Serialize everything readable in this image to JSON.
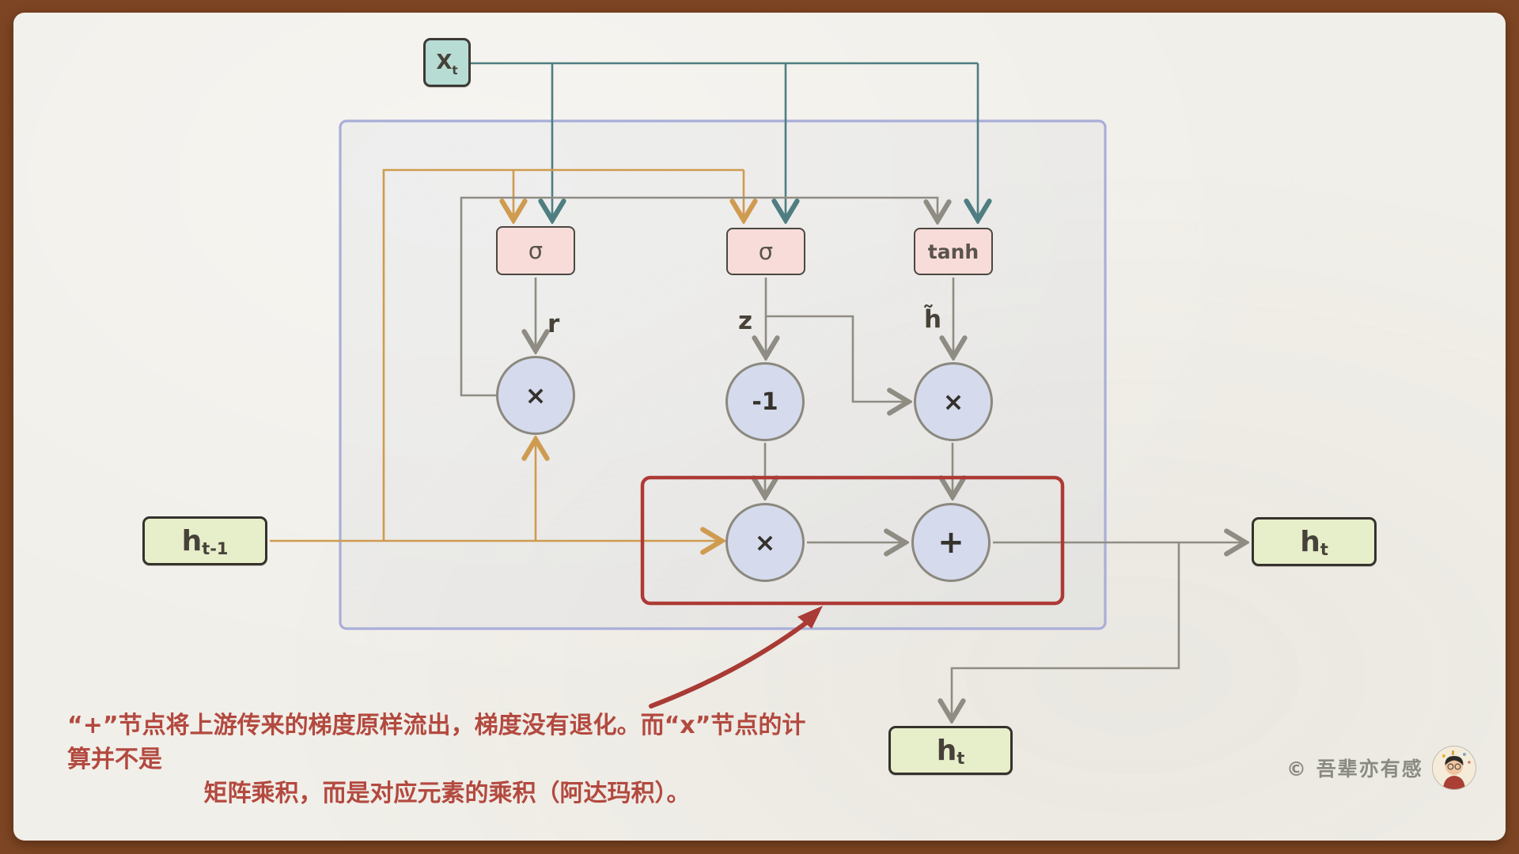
{
  "palette": {
    "teal_line": "#4e7e81",
    "orange_line": "#cf9b50",
    "gray_line": "#8f8c83",
    "purple_box": "#a9aed8",
    "red_line": "#ad3a35",
    "red_text": "#b3493f",
    "node_fill": "#d5daed",
    "pink_fill": "#f8dcda",
    "green_fill": "#e7eeca",
    "teal_fill": "#b7dcd4",
    "frame_brown": "#7d4523",
    "paper": "#f1efe9"
  },
  "nodes": {
    "xt": {
      "base": "X",
      "sub": "t"
    },
    "h_prev": {
      "base": "h",
      "sub": "t-1"
    },
    "h_next": {
      "base": "h",
      "sub": "t"
    },
    "h_bottom": {
      "base": "h",
      "sub": "t"
    },
    "sigma_r": "σ",
    "sigma_z": "σ",
    "tanh": "tanh",
    "op_reset_mul": "×",
    "op_minus_one": "-1",
    "op_h_mul": "×",
    "op_state_mul": "×",
    "op_add": "+"
  },
  "edge_labels": {
    "r": "r",
    "z": "z",
    "h_tilde": "h̃"
  },
  "annotation": {
    "line1": "“+”节点将上游传来的梯度原样流出，梯度没有退化。而“x”节点的计算并不是",
    "line2": "矩阵乘积，而是对应元素的乘积（阿达玛积）。"
  },
  "footer": {
    "copyright": "© 吾辈亦有感"
  }
}
